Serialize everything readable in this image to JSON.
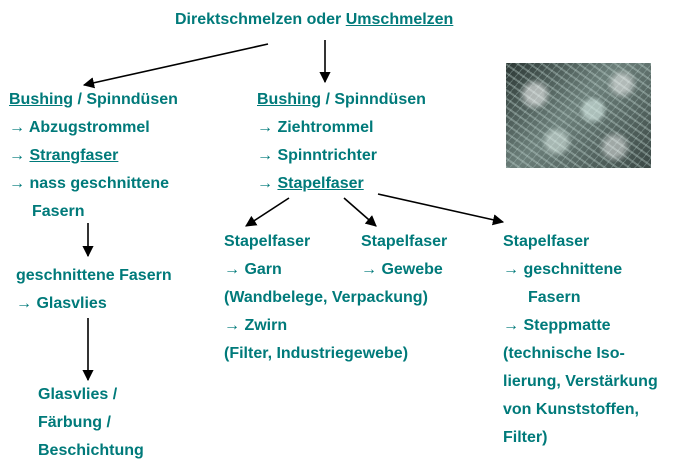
{
  "top": {
    "prefix": "Direktschmelzen oder ",
    "link": "Umschmelzen"
  },
  "left": {
    "bushing": "Bushing",
    "bushing_rest": " / Spinndüsen",
    "l2": "→ Abzugstrommel",
    "l3_arrow": "→ ",
    "l3_link": "Strangfaser",
    "l4": "→ nass geschnittene",
    "l5": "Fasern",
    "g1": "geschnittene Fasern",
    "g2": "→ Glasvlies",
    "f1": "Glasvlies /",
    "f2": "Färbung /",
    "f3": "Beschichtung"
  },
  "middle": {
    "bushing": "Bushing",
    "bushing_rest": " / Spinndüsen",
    "l2": "→ Ziehtrommel",
    "l3": "→ Spinntrichter",
    "l4_arrow": "→ ",
    "l4_link": "Stapelfaser"
  },
  "branch_a": {
    "title": "Stapelfaser",
    "l1": "→ Garn",
    "l2": "(Wandbelege, Verpackung)",
    "l3": "→ Zwirn",
    "l4": "(Filter, Industriegewebe)"
  },
  "branch_b": {
    "title": "Stapelfaser",
    "l1": "→ Gewebe"
  },
  "branch_c": {
    "title": "Stapelfaser",
    "l1": "→ geschnittene",
    "l2": "Fasern",
    "l3": "→ Steppmatte",
    "l4": "(technische Iso-",
    "l5": "lierung, Verstärkung",
    "l6": "von Kunststoffen,",
    "l7": "Filter)"
  },
  "colors": {
    "text": "#007a7a",
    "arrow": "#000000"
  }
}
